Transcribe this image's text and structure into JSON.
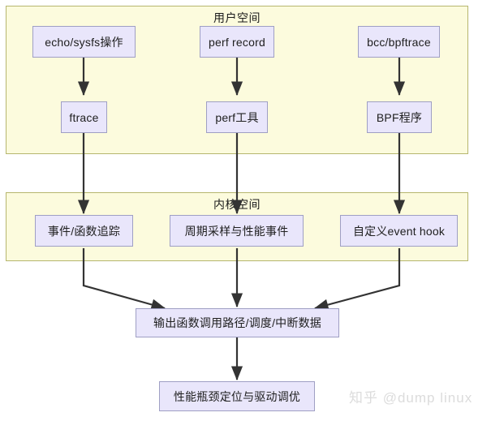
{
  "diagram": {
    "title_userspace": "用户空间",
    "title_kernelspace": "内核空间",
    "watermark": "知乎 @dump linux",
    "colors": {
      "panel_fill": "#fcfbdd",
      "panel_border": "#b6b66e",
      "node_fill": "#e9e6fb",
      "node_border": "#9f9fc4",
      "edge": "#333333",
      "text": "#202020",
      "watermark": "#dcdcdc"
    },
    "userspace_nodes": [
      {
        "id": "echo-sysfs",
        "label": "echo/sysfs操作"
      },
      {
        "id": "perf-record",
        "label": "perf record"
      },
      {
        "id": "bcc-bpftrace",
        "label": "bcc/bpftrace"
      },
      {
        "id": "ftrace",
        "label": "ftrace"
      },
      {
        "id": "perf-tool",
        "label": "perf工具"
      },
      {
        "id": "bpf-program",
        "label": "BPF程序"
      }
    ],
    "kernelspace_nodes": [
      {
        "id": "event-func-trace",
        "label": "事件/函数追踪"
      },
      {
        "id": "periodic-sampling",
        "label": "周期采样与性能事件"
      },
      {
        "id": "custom-event-hook",
        "label": "自定义event hook"
      }
    ],
    "output_nodes": [
      {
        "id": "output-data",
        "label": "输出函数调用路径/调度/中断数据"
      },
      {
        "id": "final-result",
        "label": "性能瓶颈定位与驱动调优"
      }
    ]
  }
}
